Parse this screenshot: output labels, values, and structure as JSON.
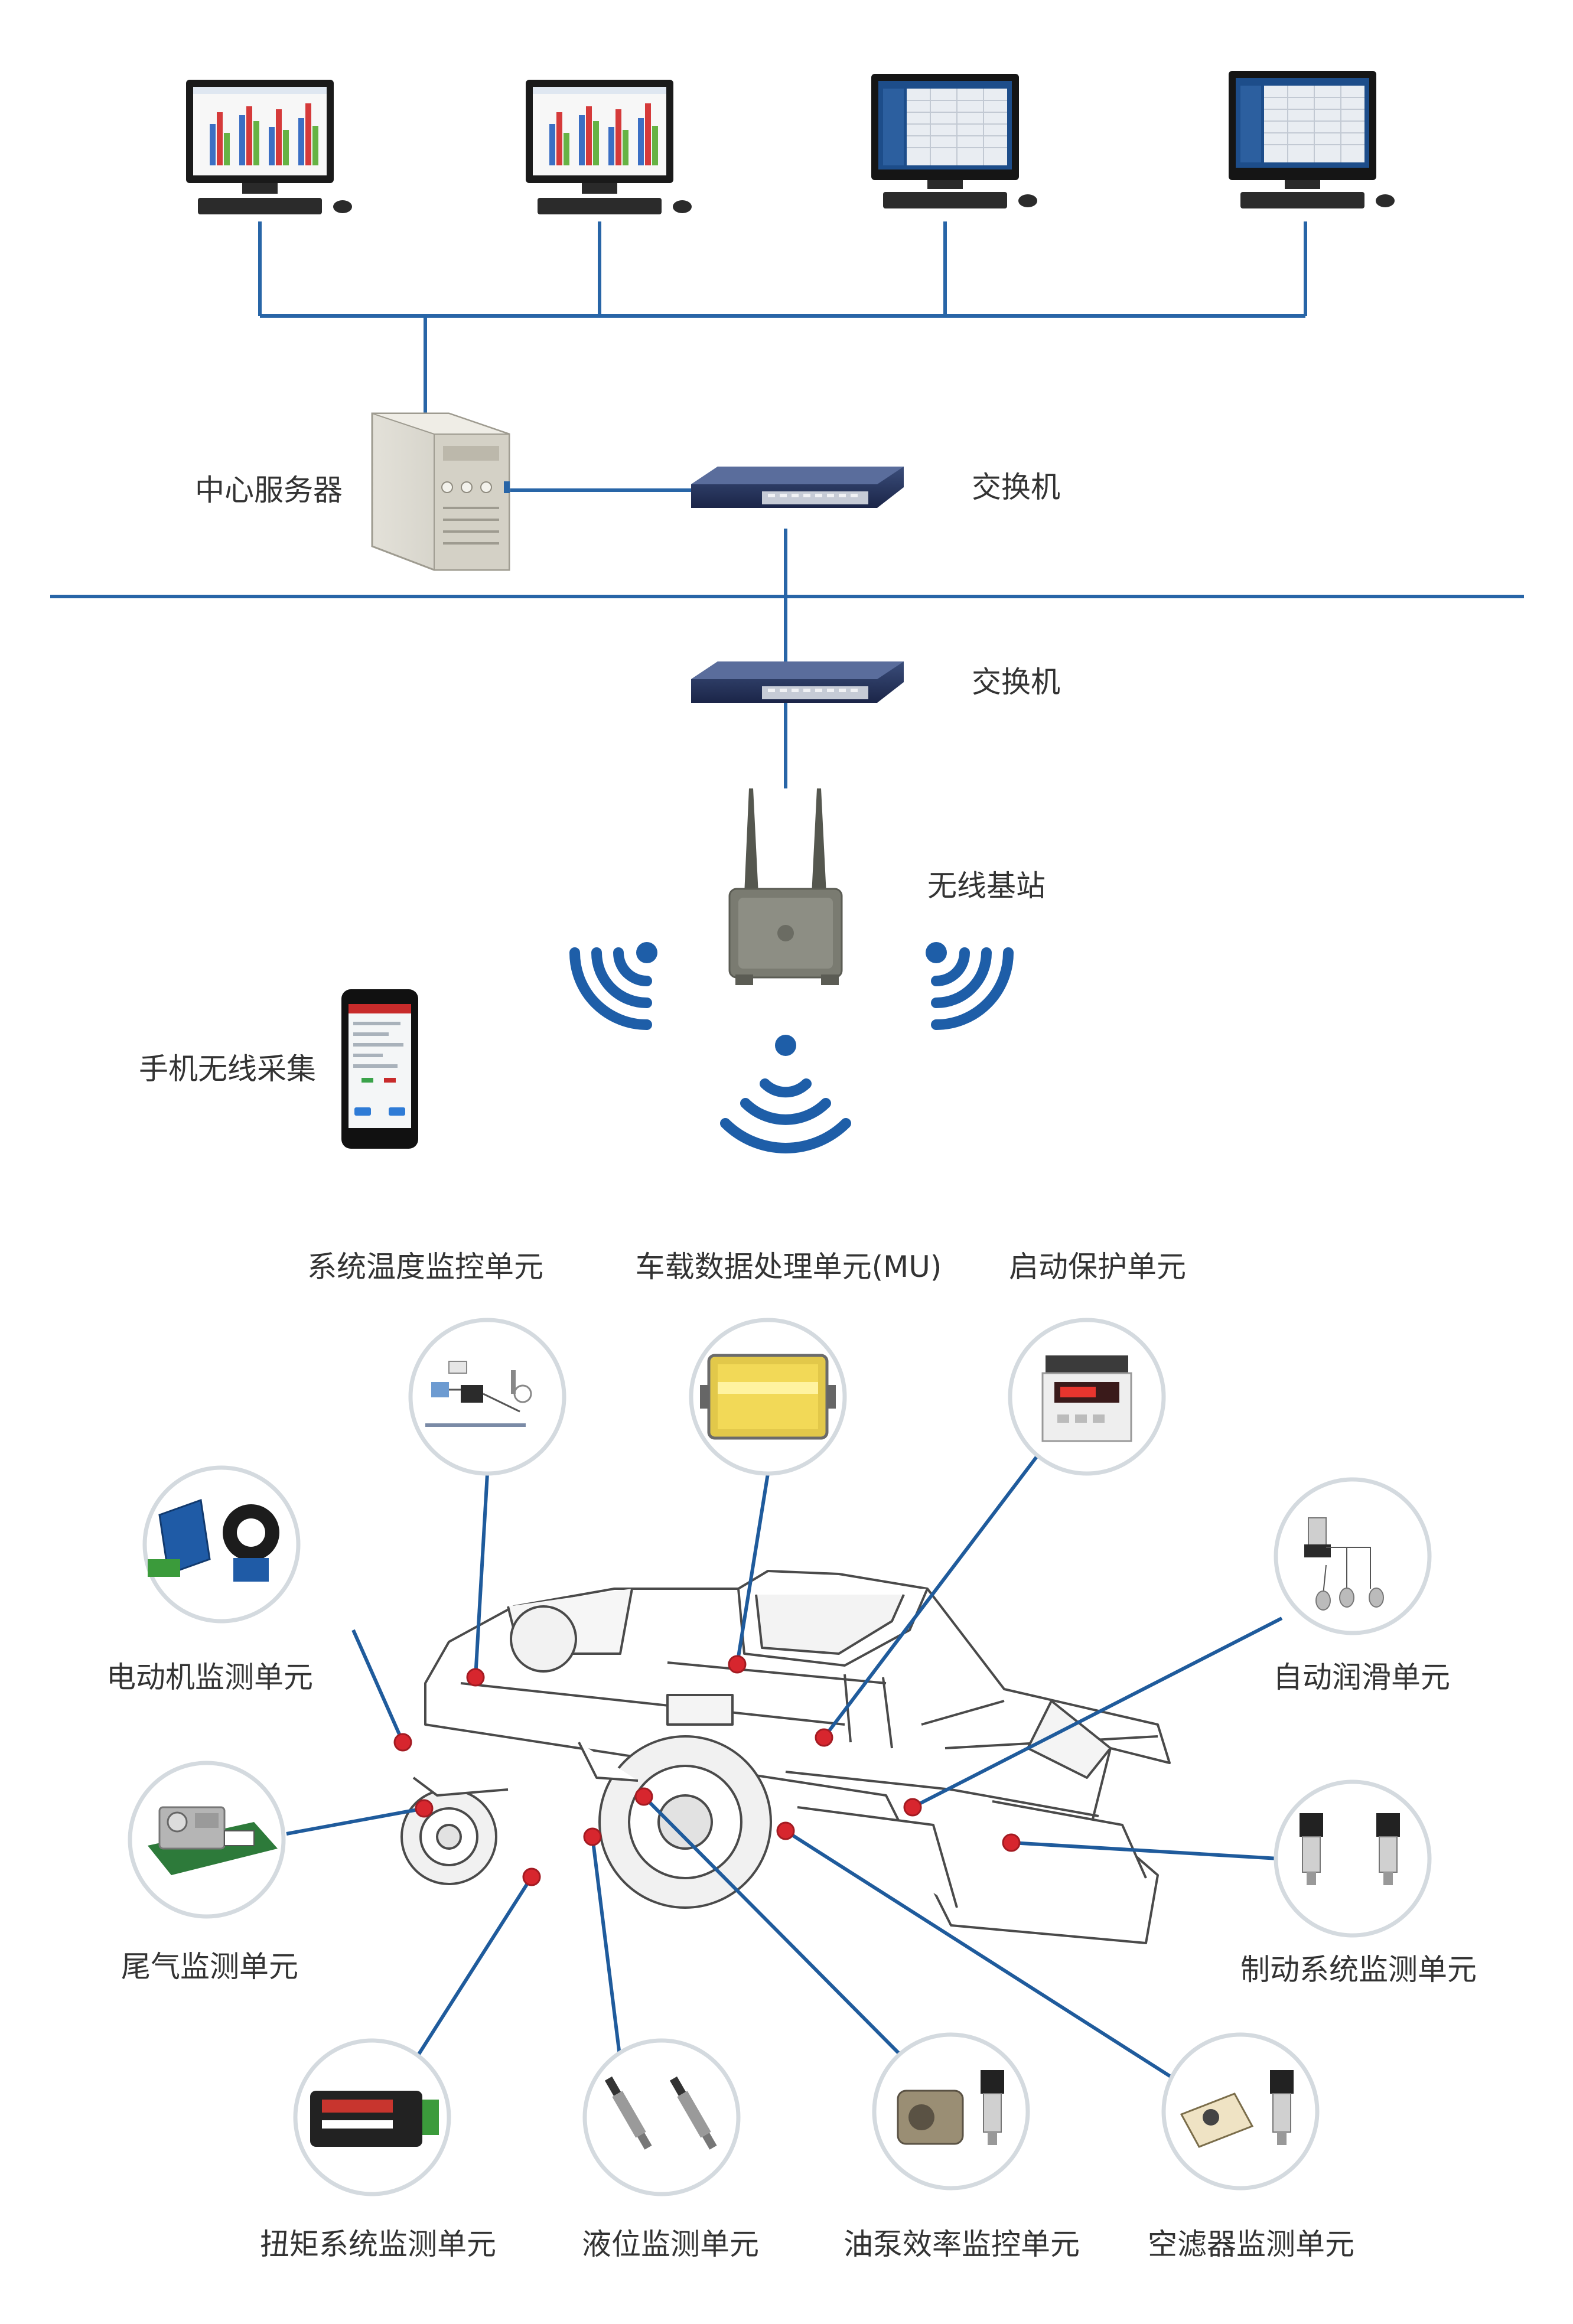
{
  "colors": {
    "line": "#2865a7",
    "marker": "#d7262e",
    "circle_border": "#d4dadf",
    "label": "#333333"
  },
  "network": {
    "computers": [
      {
        "icon": "bar-chart-screen-icon"
      },
      {
        "icon": "bar-chart-screen-icon"
      },
      {
        "icon": "table-screen-icon"
      },
      {
        "icon": "table-screen-icon"
      }
    ],
    "server_label": "中心服务器",
    "switch_top_label": "交换机",
    "switch_bottom_label": "交换机",
    "base_station_label": "无线基站",
    "phone_label": "手机无线采集"
  },
  "units": [
    {
      "key": "temp",
      "label": "系统温度监控单元"
    },
    {
      "key": "mu",
      "label": "车载数据处理单元(MU)"
    },
    {
      "key": "startup",
      "label": "启动保护单元"
    },
    {
      "key": "motor",
      "label": "电动机监测单元"
    },
    {
      "key": "lube",
      "label": "自动润滑单元"
    },
    {
      "key": "exhaust",
      "label": "尾气监测单元"
    },
    {
      "key": "brake",
      "label": "制动系统监测单元"
    },
    {
      "key": "torque",
      "label": "扭矩系统监测单元"
    },
    {
      "key": "level",
      "label": "液位监测单元"
    },
    {
      "key": "pump",
      "label": "油泵效率监控单元"
    },
    {
      "key": "airfilter",
      "label": "空滤器监测单元"
    }
  ]
}
